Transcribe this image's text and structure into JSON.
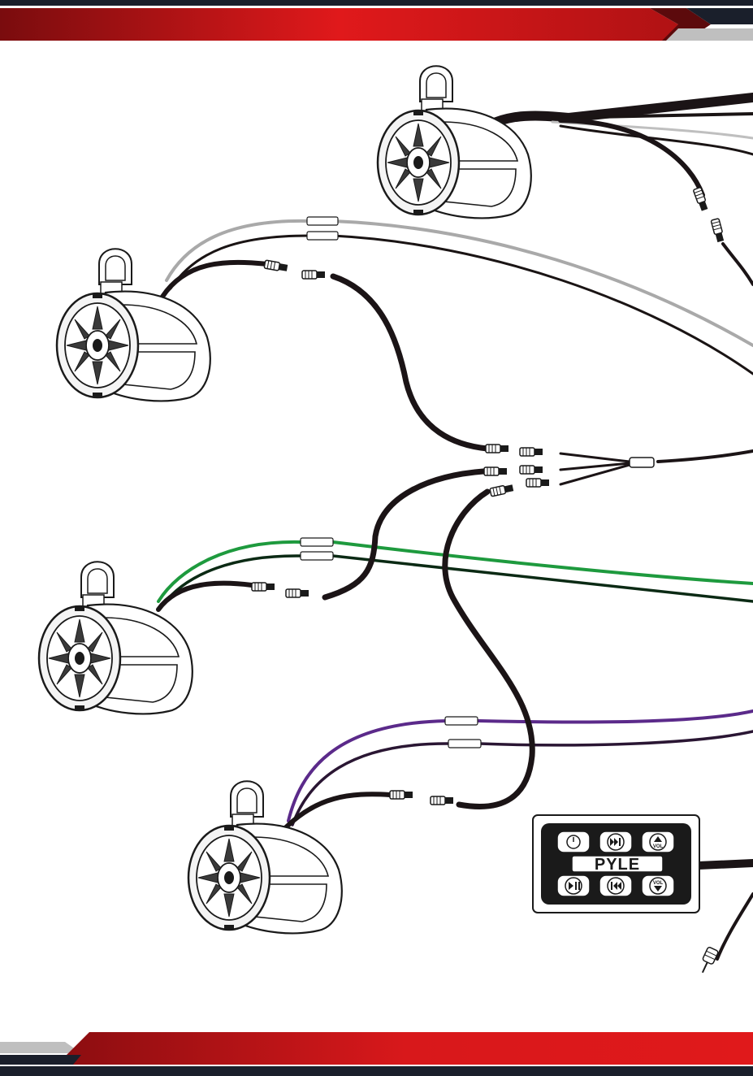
{
  "colors": {
    "banner_red": "#e0191b",
    "banner_dark": "#1a1f2b",
    "banner_gray": "#bfbfbf",
    "wire_gray": "#a9a9a9",
    "wire_black": "#1a1414",
    "wire_green": "#1e9a3e",
    "wire_dark_green": "#0b2a14",
    "wire_purple": "#5b2a8a",
    "wire_dark_purple": "#2a1633",
    "cable": "#1b1416",
    "line": "#1a1a1a"
  },
  "controller": {
    "brand": "PYLE",
    "vol_label": "VOL",
    "buttons_top": [
      "power-mode-icon",
      "next-track-icon",
      "volume-up-icon"
    ],
    "buttons_bottom": [
      "play-pause-icon",
      "previous-track-icon",
      "volume-down-icon"
    ]
  },
  "components": {
    "speakers": [
      "speaker-top-right",
      "speaker-upper-left",
      "speaker-middle-left",
      "speaker-bottom"
    ],
    "splitter": "wire-splitter",
    "aux_plug": "aux-plug-icon"
  }
}
